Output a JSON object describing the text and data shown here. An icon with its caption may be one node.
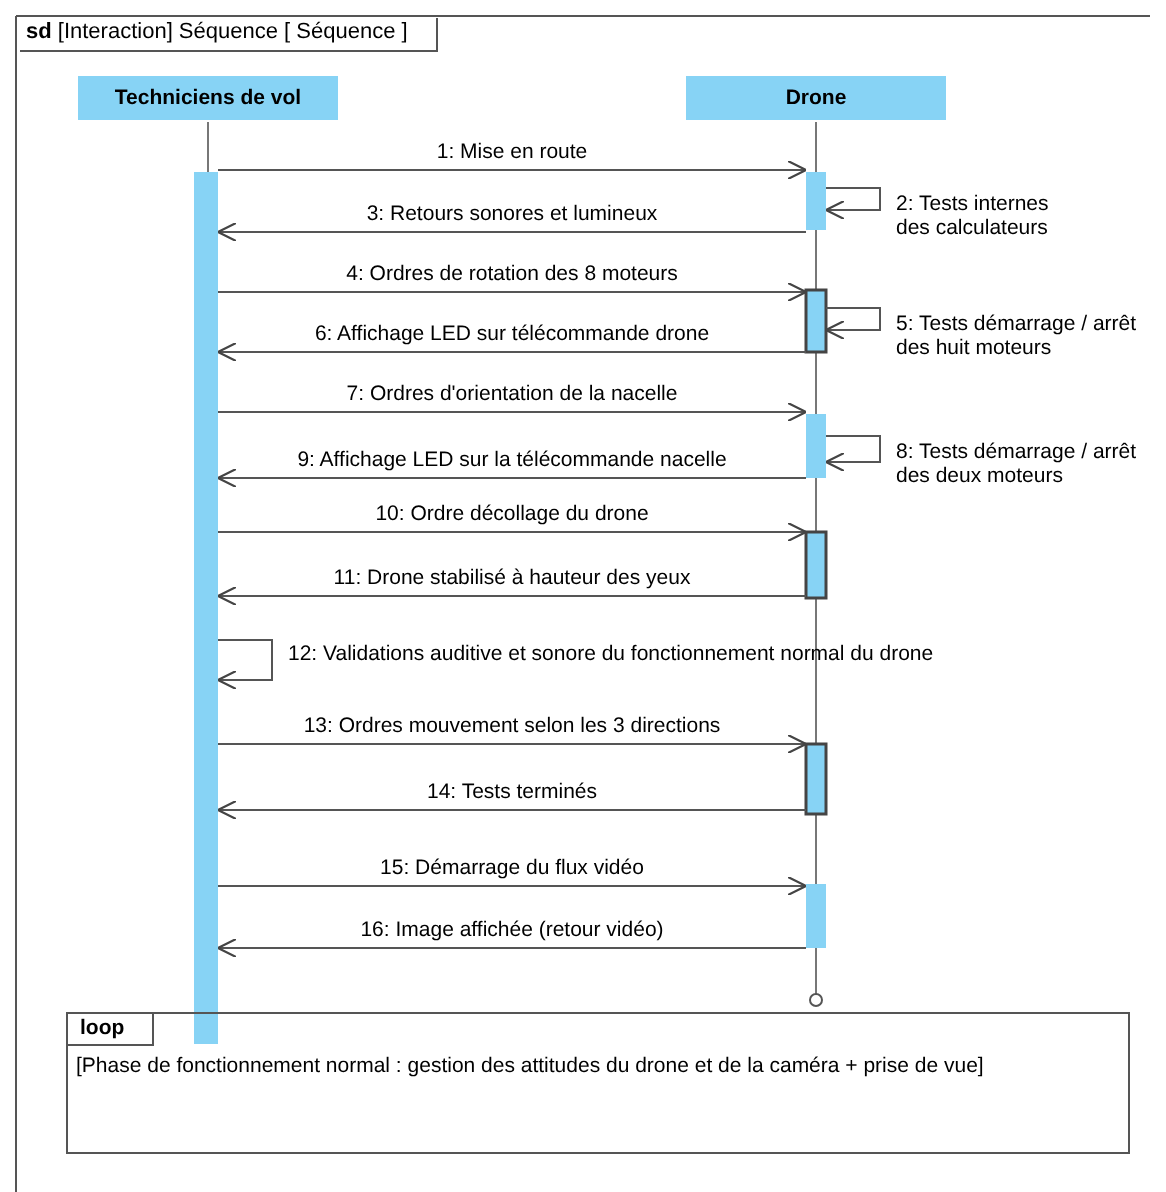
{
  "diagram": {
    "title": "**sd** [Interaction] Séquence [ Séquence ]",
    "nodes": [
      {
        "text": [
          "Techniciens de vol"
        ]
      },
      {
        "text": [
          "Drone"
        ]
      },
      {
        "text": [
          "loop",
          "[Phase de fonctionnement normal : gestion des attitudes du drone et de la caméra + prise de vue]"
        ]
      }
    ],
    "edges": [
      {
        "from": 0,
        "to": 1,
        "arrow": "to",
        "label": "1: Mise en route"
      },
      {
        "from": 1,
        "to": 1,
        "arrow": "to",
        "label": "2: Tests internes des calculateurs"
      },
      {
        "from": 1,
        "to": 0,
        "arrow": "to",
        "label": "3: Retours sonores et lumineux"
      },
      {
        "from": 0,
        "to": 1,
        "arrow": "to",
        "label": "4: Ordres de rotation des 8 moteurs"
      },
      {
        "from": 1,
        "to": 1,
        "arrow": "to",
        "label": "5: Tests démarrage / arrêt des huit moteurs"
      },
      {
        "from": 1,
        "to": 0,
        "arrow": "to",
        "label": "6: Affichage LED sur télécommande drone"
      },
      {
        "from": 0,
        "to": 1,
        "arrow": "to",
        "label": "7: Ordres d'orientation de la nacelle"
      },
      {
        "from": 1,
        "to": 1,
        "arrow": "to",
        "label": "8: Tests démarrage / arrêt des deux moteurs"
      },
      {
        "from": 1,
        "to": 0,
        "arrow": "to",
        "label": "9: Affichage LED sur la télécommande nacelle"
      },
      {
        "from": 0,
        "to": 1,
        "arrow": "to",
        "label": "10: Ordre décollage du drone"
      },
      {
        "from": 1,
        "to": 0,
        "arrow": "to",
        "label": "11: Drone stabilisé à hauteur des yeux"
      },
      {
        "from": 0,
        "to": 0,
        "arrow": "to",
        "label": "12: Validations auditive et sonore du fonctionnement normal du drone"
      },
      {
        "from": 0,
        "to": 1,
        "arrow": "to",
        "label": "13: Ordres mouvement selon les 3 directions"
      },
      {
        "from": 1,
        "to": 0,
        "arrow": "to",
        "label": "14: Tests terminés"
      },
      {
        "from": 0,
        "to": 1,
        "arrow": "to",
        "label": "15: Démarrage du flux vidéo"
      },
      {
        "from": 1,
        "to": 0,
        "arrow": "to",
        "label": "16: Image affichée (retour vidéo)"
      }
    ]
  }
}
